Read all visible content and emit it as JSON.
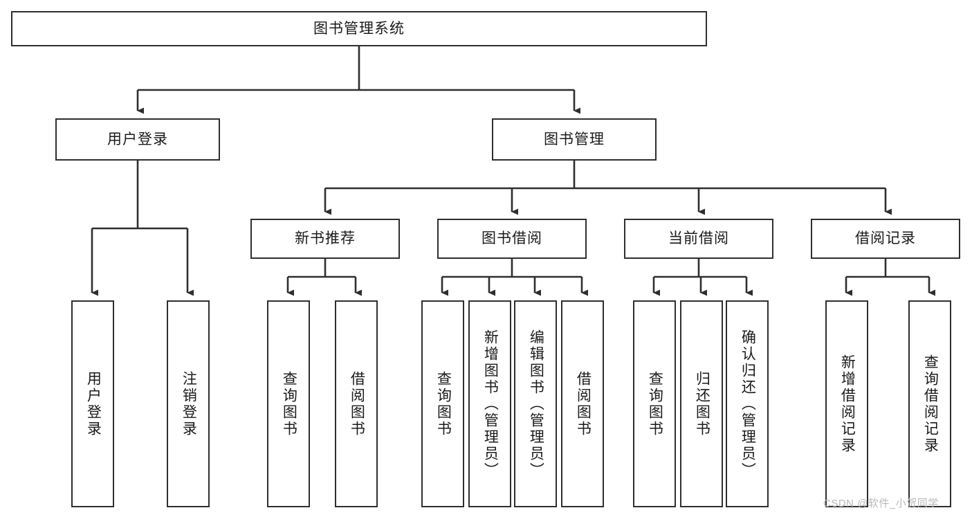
{
  "diagram": {
    "title": "图书管理系统",
    "type": "tree-diagram",
    "watermark": "CSDN @软件_小贺同学",
    "colors": {
      "stroke": "#2e2e2e",
      "fill": "#ffffff",
      "text": "#1a1a1a",
      "watermark": "#b9b9b9"
    },
    "nodes": {
      "root": {
        "label": "图书管理系统"
      },
      "level2": [
        {
          "label": "用户登录"
        },
        {
          "label": "图书管理"
        }
      ],
      "level3": [
        {
          "label": "新书推荐"
        },
        {
          "label": "图书借阅"
        },
        {
          "label": "当前借阅"
        },
        {
          "label": "借阅记录"
        }
      ],
      "leaves": {
        "user_login": [
          {
            "label": "用户登录"
          },
          {
            "label": "注销登录"
          }
        ],
        "new_book": [
          {
            "label": "查询图书"
          },
          {
            "label": "借阅图书"
          }
        ],
        "borrow": [
          {
            "label": "查询图书"
          },
          {
            "label": "新增图书（管理员）"
          },
          {
            "label": "编辑图书（管理员）"
          },
          {
            "label": "借阅图书"
          }
        ],
        "current": [
          {
            "label": "查询图书"
          },
          {
            "label": "归还图书"
          },
          {
            "label": "确认归还（管理员）"
          }
        ],
        "records": [
          {
            "label": "新增借阅记录"
          },
          {
            "label": "查询借阅记录"
          }
        ]
      }
    }
  }
}
